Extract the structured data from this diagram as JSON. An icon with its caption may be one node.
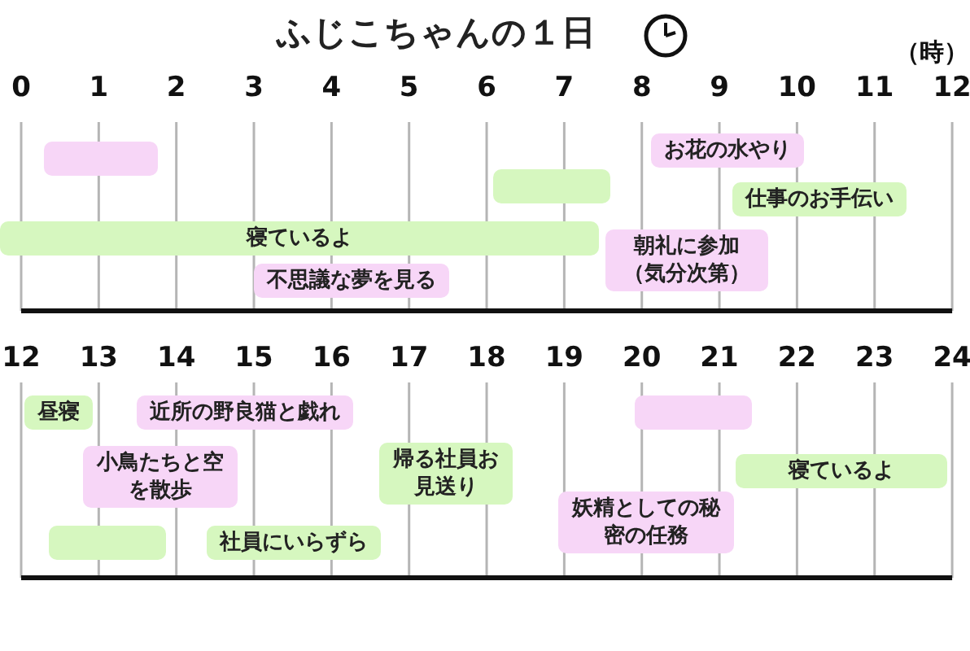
{
  "diagram": {
    "title": "ふじこちゃんの１日",
    "nodes": [
      {
        "text": [],
        "shape": "box"
      },
      {
        "text": [
          "お花の水やり"
        ]
      },
      {
        "text": [],
        "shape": "box"
      },
      {
        "text": [
          "仕事のお手伝い"
        ]
      },
      {
        "text": [
          "寝ているよ"
        ]
      },
      {
        "text": [
          "朝礼に参加（気分次第）"
        ]
      },
      {
        "text": [
          "不思議な夢を見る"
        ]
      },
      {
        "text": [
          "昼寝"
        ]
      },
      {
        "text": [
          "近所の野良猫と戯れ"
        ]
      },
      {
        "text": [],
        "shape": "box"
      },
      {
        "text": [
          "小鳥たちと空を散歩"
        ]
      },
      {
        "text": [
          "帰る社員お見送り"
        ]
      },
      {
        "text": [
          "寝ているよ"
        ]
      },
      {
        "text": [],
        "shape": "box"
      },
      {
        "text": [
          "社員にいらずら"
        ]
      },
      {
        "text": [
          "妖精としての秘密の任務"
        ]
      }
    ],
    "labels": [
      "（時）",
      "0",
      "1",
      "2",
      "3",
      "4",
      "5",
      "6",
      "7",
      "8",
      "9",
      "10",
      "11",
      "12",
      "12",
      "13",
      "14",
      "15",
      "16",
      "17",
      "18",
      "19",
      "20",
      "21",
      "22",
      "23",
      "24"
    ]
  }
}
